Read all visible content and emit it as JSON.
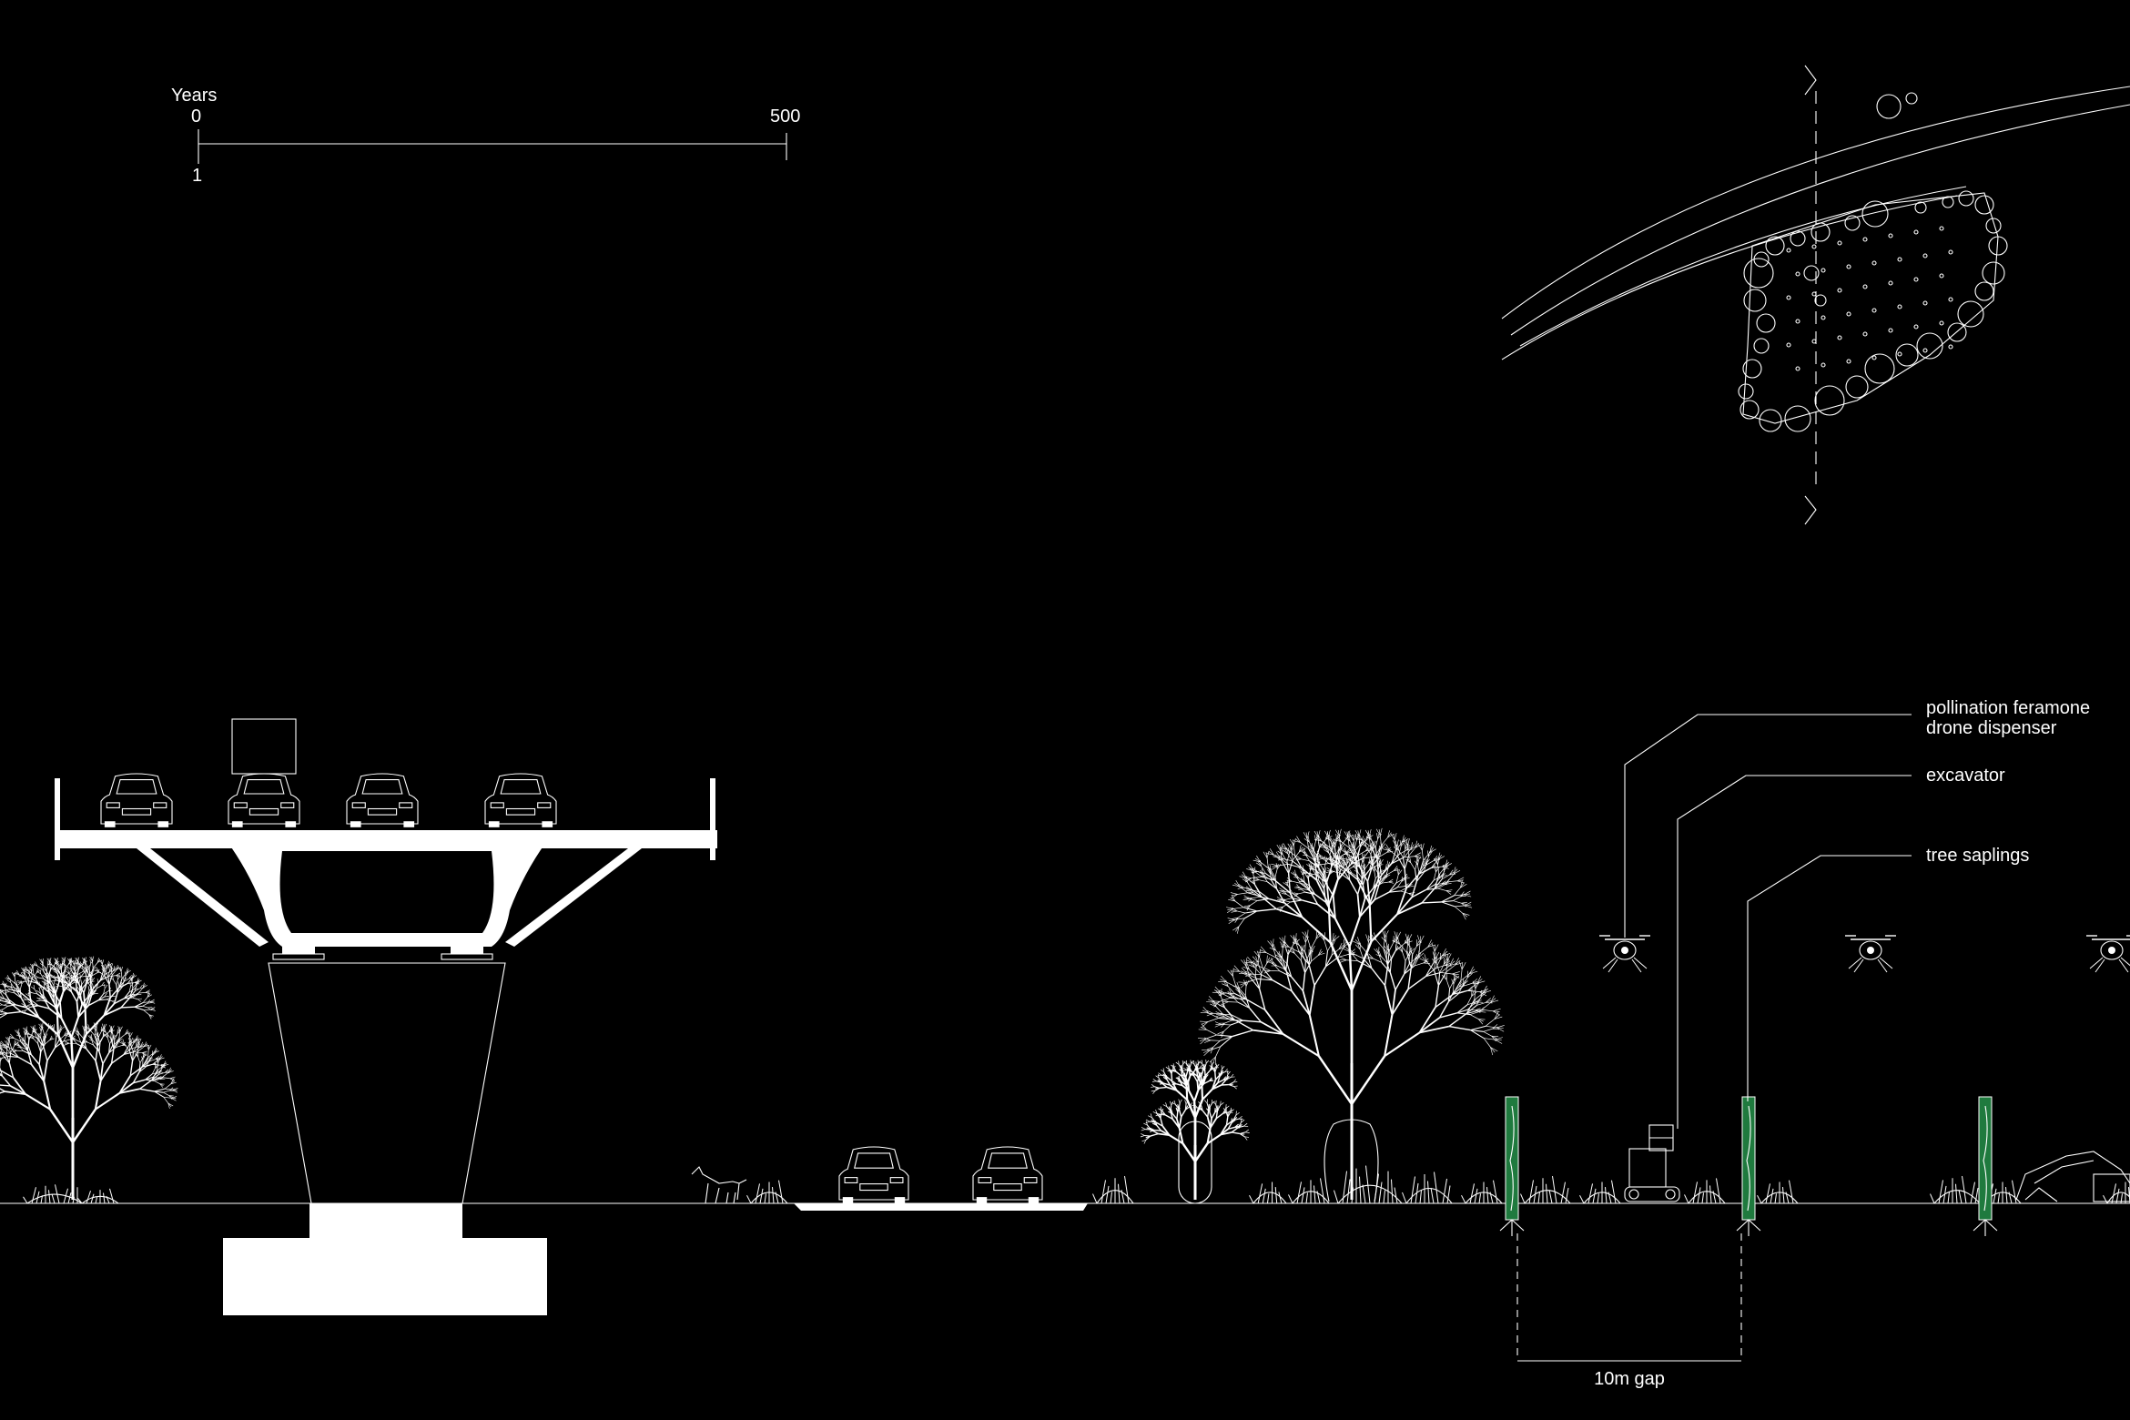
{
  "scale_bar": {
    "title": "Years",
    "start": "0",
    "end": "500",
    "sub": "1"
  },
  "annotations": {
    "drone": [
      "pollination feramone",
      "drone dispenser"
    ],
    "excavator": "excavator",
    "saplings": "tree saplings",
    "gap": "10m gap"
  },
  "colors": {
    "background": "#000000",
    "line": "#ffffff",
    "sapling_stake": "#1f7a3e"
  }
}
